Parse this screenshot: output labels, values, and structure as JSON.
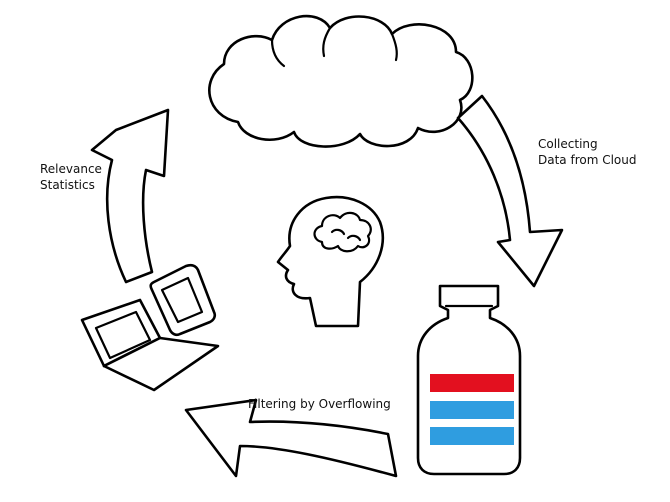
{
  "labels": {
    "collecting_line1": "Collecting",
    "collecting_line2": "Data from Cloud",
    "filtering": "Filtering by Overflowing",
    "relevance_line1": "Relevance",
    "relevance_line2": "Statistics"
  },
  "colors": {
    "bar_red": "#e3101f",
    "bar_blue": "#2f9de0",
    "outline": "#000000"
  },
  "icons": [
    "cloud-icon",
    "brain-head-icon",
    "bottle-icon",
    "laptop-icon",
    "tablet-icon"
  ]
}
